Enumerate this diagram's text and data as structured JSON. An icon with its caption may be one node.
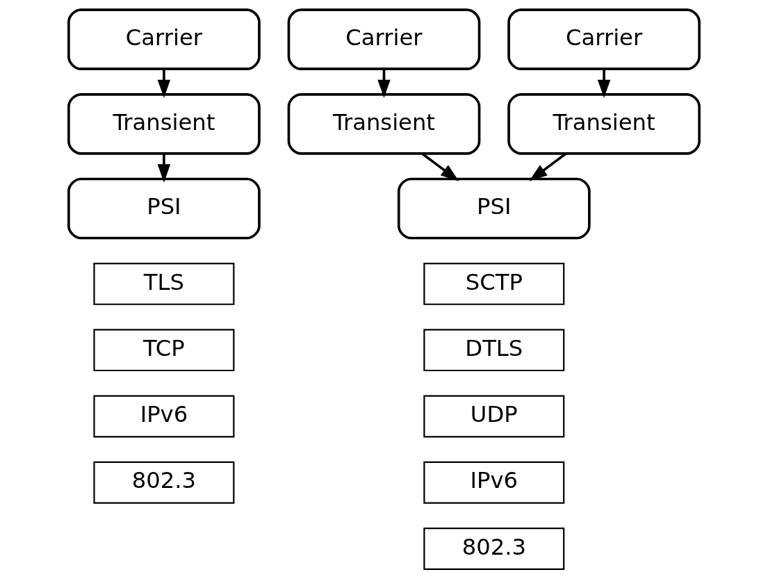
{
  "diagram": {
    "nodes": [
      {
        "text": [
          "Carrier"
        ]
      },
      {
        "text": [
          "Transient"
        ]
      },
      {
        "text": [
          "PSI"
        ]
      },
      {
        "text": [
          "TLS"
        ]
      },
      {
        "text": [
          "TCP"
        ]
      },
      {
        "text": [
          "IPv6"
        ]
      },
      {
        "text": [
          "802.3"
        ]
      },
      {
        "text": [
          "Carrier"
        ]
      },
      {
        "text": [
          "Carrier"
        ]
      },
      {
        "text": [
          "Transient"
        ]
      },
      {
        "text": [
          "Transient"
        ]
      },
      {
        "text": [
          "PSI"
        ]
      },
      {
        "text": [
          "SCTP"
        ]
      },
      {
        "text": [
          "DTLS"
        ]
      },
      {
        "text": [
          "UDP"
        ]
      },
      {
        "text": [
          "IPv6"
        ]
      },
      {
        "text": [
          "802.3"
        ]
      }
    ],
    "edges": [
      {
        "from": 0,
        "to": 1,
        "arrow": "to"
      },
      {
        "from": 1,
        "to": 2,
        "arrow": "to"
      },
      {
        "from": 7,
        "to": 9,
        "arrow": "to"
      },
      {
        "from": 8,
        "to": 10,
        "arrow": "to"
      },
      {
        "from": 9,
        "to": 11,
        "arrow": "to"
      },
      {
        "from": 10,
        "to": 11,
        "arrow": "to"
      }
    ]
  }
}
